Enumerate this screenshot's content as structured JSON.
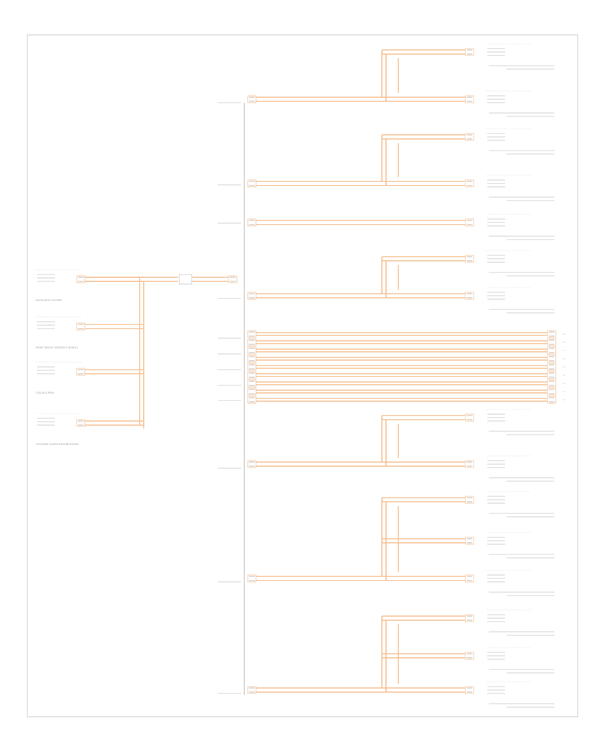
{
  "colors": {
    "wire": "#f5bf91",
    "wire_dark": "#f0a872",
    "frame": "#c8c8c8",
    "bus": "#b8b8b8",
    "text": "#9a9a9a",
    "connector": "#9a9a9a"
  },
  "footer_code": "",
  "left_modules": [
    {
      "title": "INSTRUMENT CLUSTER",
      "connector": ""
    },
    {
      "title": "FRONT DISPLAY INTERFACE MODULE",
      "connector": ""
    },
    {
      "title": "TOUCH SCREEN",
      "connector": ""
    },
    {
      "title": "OCCUPANT CLASSIFICATION MODULE",
      "connector": ""
    }
  ],
  "bus_labels": [
    {
      "text": "",
      "row": 0
    },
    {
      "text": "",
      "row": 1
    },
    {
      "text": "",
      "row": 2
    },
    {
      "text": "",
      "row": 3
    },
    {
      "text": "",
      "row": 4
    },
    {
      "text": "",
      "row": 5
    },
    {
      "text": "",
      "row": 6
    },
    {
      "text": "",
      "row": 7
    },
    {
      "text": "",
      "row": 8
    },
    {
      "text": "",
      "row": 9
    },
    {
      "text": "",
      "row": 10
    }
  ],
  "right_modules": [
    {
      "title": "",
      "group": 0
    },
    {
      "title": "",
      "group": 1
    },
    {
      "title": "",
      "group": 2
    },
    {
      "title": "",
      "group": 3
    },
    {
      "title": "",
      "group": 4
    },
    {
      "title": "",
      "group": 5
    },
    {
      "title": "",
      "group": 6
    }
  ]
}
